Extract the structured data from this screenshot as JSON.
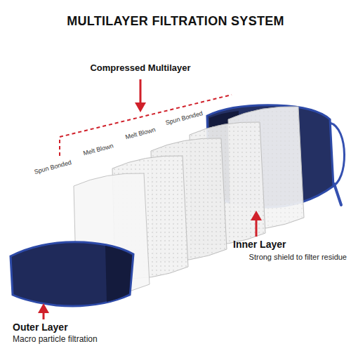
{
  "diagram": {
    "title": "MULTILAYER FILTRATION SYSTEM",
    "labels": [
      "Compressed Multilayer",
      "Spun Bonded",
      "Melt Blown",
      "Melt Blown",
      "Spun Bonded",
      "Inner Layer",
      "Strong shield to filter residue",
      "Outer Layer",
      "Macro particle filtration"
    ]
  }
}
